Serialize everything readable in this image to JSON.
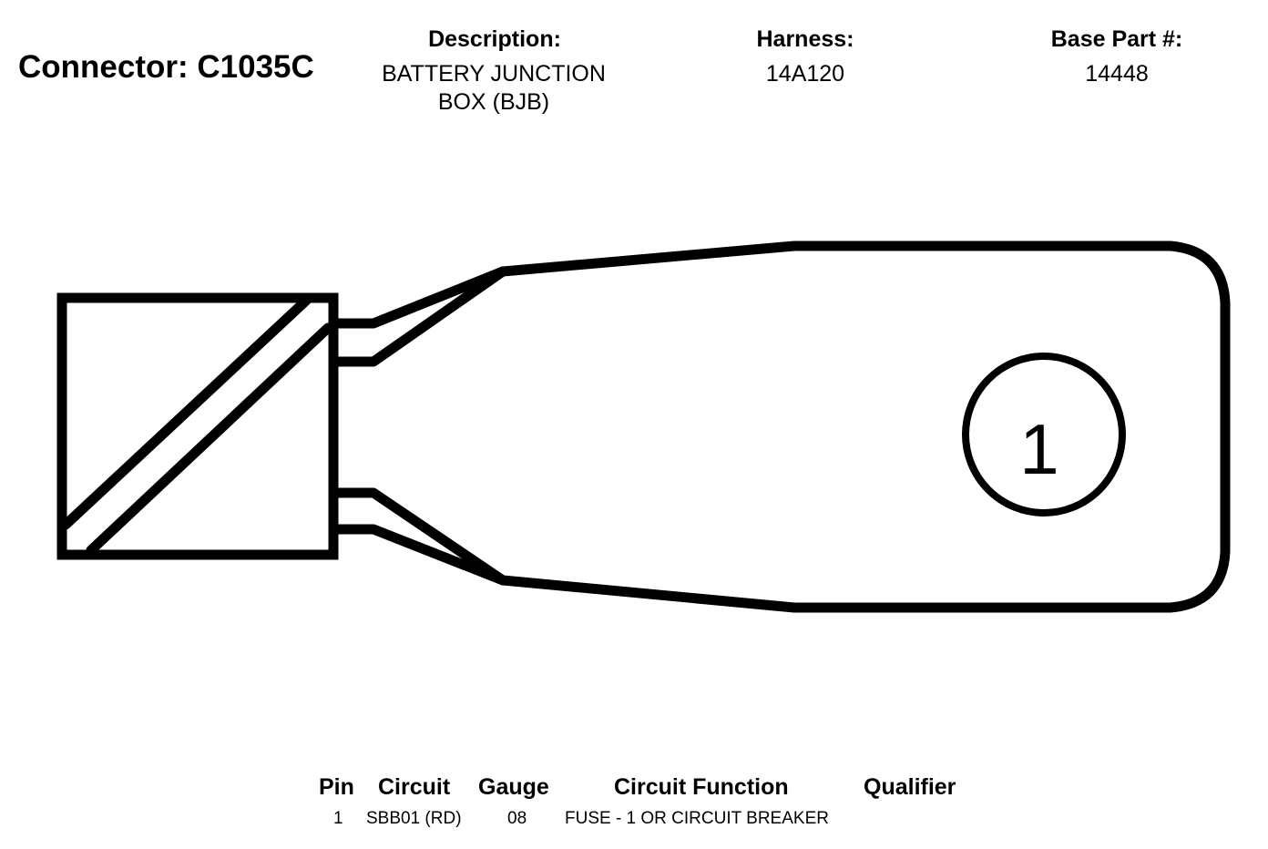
{
  "connector": {
    "label": "Connector: C1035C"
  },
  "description": {
    "header": "Description:",
    "line1": "BATTERY JUNCTION",
    "line2": "BOX (BJB)"
  },
  "harness": {
    "header": "Harness:",
    "value": "14A120"
  },
  "base_part": {
    "header": "Base Part #:",
    "value": "14448"
  },
  "diagram": {
    "pin_number": "1"
  },
  "table": {
    "headers": {
      "pin": "Pin",
      "circuit": "Circuit",
      "gauge": "Gauge",
      "function": "Circuit Function",
      "qualifier": "Qualifier"
    },
    "rows": [
      {
        "pin": "1",
        "circuit": "SBB01 (RD)",
        "gauge": "08",
        "function": "FUSE - 1 OR CIRCUIT BREAKER",
        "qualifier": ""
      }
    ]
  }
}
